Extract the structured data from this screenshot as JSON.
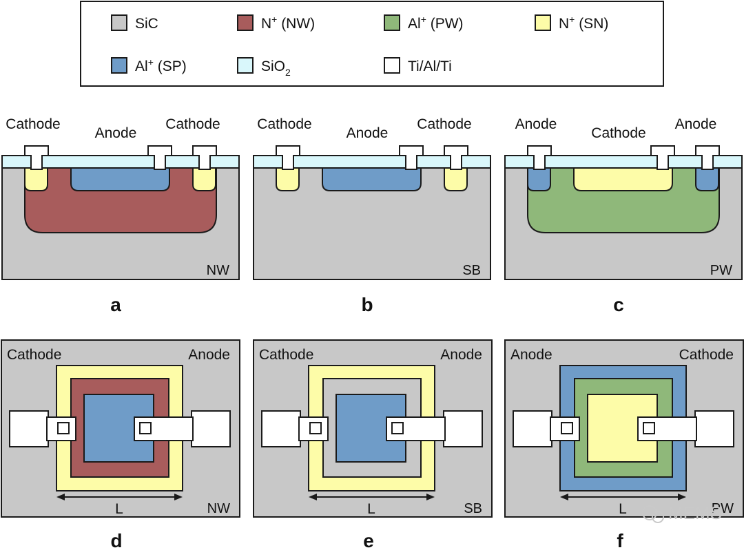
{
  "legend": {
    "items": [
      {
        "key": "sic",
        "label": "SiC",
        "sup": "",
        "sub": "",
        "color": "#c8c8c8"
      },
      {
        "key": "nw",
        "label": "N",
        "sup": "+",
        "sub": "",
        "rest": " (NW)",
        "color": "#a85c5c"
      },
      {
        "key": "pw",
        "label": "Al",
        "sup": "+",
        "sub": "",
        "rest": " (PW)",
        "color": "#8fb87a"
      },
      {
        "key": "sn",
        "label": "N",
        "sup": "+",
        "sub": "",
        "rest": " (SN)",
        "color": "#fdfca8"
      },
      {
        "key": "sp",
        "label": "Al",
        "sup": "+",
        "sub": "",
        "rest": " (SP)",
        "color": "#6f9cc8"
      },
      {
        "key": "sio2",
        "label": "SiO",
        "sup": "",
        "sub": "2",
        "rest": "",
        "color": "#d9f7fb"
      },
      {
        "key": "metal",
        "label": "Ti/Al/Ti",
        "sup": "",
        "sub": "",
        "rest": "",
        "color": "#ffffff"
      }
    ]
  },
  "colors": {
    "sic": "#c8c8c8",
    "nw": "#a85c5c",
    "pw": "#8fb87a",
    "sn": "#fdfca8",
    "sp": "#6f9cc8",
    "sio2": "#d9f7fb",
    "metal": "#ffffff",
    "stroke": "#1a1a1a"
  },
  "cross_sections": [
    {
      "letter": "a",
      "tag": "NW",
      "top_labels": [
        "Cathode",
        "Anode",
        "Cathode"
      ],
      "well": "nw",
      "center": "sp",
      "side": "sn"
    },
    {
      "letter": "b",
      "tag": "SB",
      "top_labels": [
        "Cathode",
        "Anode",
        "Cathode"
      ],
      "well": "",
      "center": "sp",
      "side": "sn"
    },
    {
      "letter": "c",
      "tag": "PW",
      "top_labels": [
        "Anode",
        "Cathode",
        "Anode"
      ],
      "well": "pw",
      "center": "sn",
      "side": "sp"
    }
  ],
  "top_views": [
    {
      "letter": "d",
      "tag": "NW",
      "left_label": "Cathode",
      "right_label": "Anode",
      "outer": "sn",
      "middle": "nw",
      "inner": "sp",
      "dimension": "L"
    },
    {
      "letter": "e",
      "tag": "SB",
      "left_label": "Cathode",
      "right_label": "Anode",
      "outer": "sn",
      "middle": "sic",
      "inner": "sp",
      "dimension": "L"
    },
    {
      "letter": "f",
      "tag": "PW",
      "left_label": "Anode",
      "right_label": "Cathode",
      "outer": "sp",
      "middle": "pw",
      "inner": "sn",
      "dimension": "L"
    }
  ],
  "watermark": "MEMS"
}
